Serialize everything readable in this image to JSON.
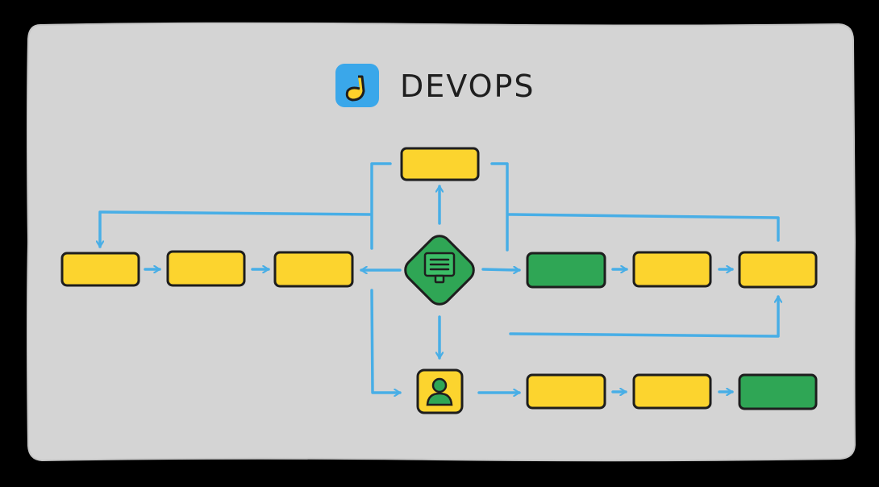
{
  "title": "DEVOPS",
  "colors": {
    "background": "#000000",
    "panel": "#d4d4d4",
    "outline": "#1e1e1e",
    "arrow": "#48aee6",
    "box_yellow": "#fcd42e",
    "box_green": "#2fa655",
    "logo_blue": "#3aa7ea",
    "logo_yellow": "#ffd22b"
  },
  "icons": {
    "logo": "logo-icon",
    "hub": "server-icon",
    "user": "user-icon"
  },
  "nodes": [
    {
      "id": "top",
      "color": "yellow"
    },
    {
      "id": "left-1",
      "color": "yellow"
    },
    {
      "id": "left-2",
      "color": "yellow"
    },
    {
      "id": "left-3",
      "color": "yellow"
    },
    {
      "id": "right-1",
      "color": "green"
    },
    {
      "id": "right-2",
      "color": "yellow"
    },
    {
      "id": "right-3",
      "color": "yellow"
    },
    {
      "id": "bottom-1",
      "color": "yellow"
    },
    {
      "id": "bottom-2",
      "color": "yellow"
    },
    {
      "id": "bottom-3",
      "color": "green"
    }
  ]
}
